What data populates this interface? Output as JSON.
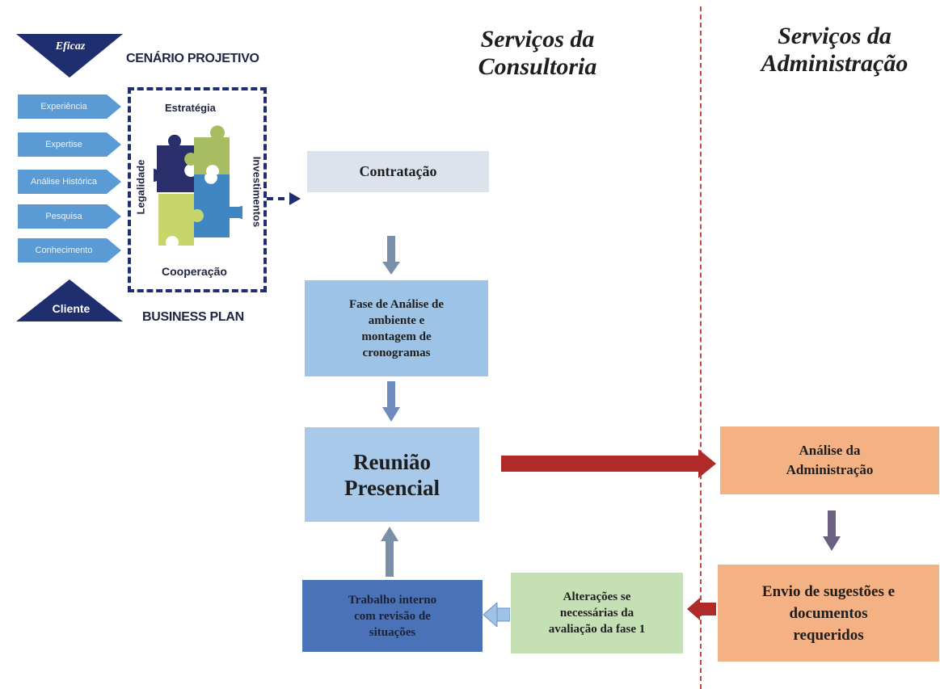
{
  "headings": {
    "consultoria": [
      "Serviços da",
      "Consultoria"
    ],
    "administracao": [
      "Serviços da",
      "Administração"
    ]
  },
  "logo": {
    "eficaz": "Eficaz",
    "cenario": "CENÁRIO PROJETIVO",
    "cliente": "Cliente",
    "business_plan": "BUSINESS PLAN",
    "items": [
      "Experiência",
      "Expertise",
      "Análise Histórica",
      "Pesquisa",
      "Conhecimento"
    ],
    "puzzle": {
      "top": "Estratégia",
      "bottom": "Cooperação",
      "left": "Legalidade",
      "right": "Investimentos"
    }
  },
  "boxes": {
    "contratacao": "Contratação",
    "fase_analise": [
      "Fase de Análise de",
      "ambiente e",
      "montagem de",
      "cronogramas"
    ],
    "reuniao": [
      "Reunião",
      "Presencial"
    ],
    "analise_adm": [
      "Análise da",
      "Administração"
    ],
    "envio": [
      "Envio de sugestões e",
      "documentos",
      "requeridos"
    ],
    "alteracoes": [
      "Alterações se",
      "necessárias da",
      "avaliação da fase 1"
    ],
    "trabalho": [
      "Trabalho interno",
      "com revisão de",
      "situações"
    ]
  },
  "colors": {
    "contratacao": "#dde3ec",
    "fase": "#9dc3e6",
    "reuniao": "#a9c9ea",
    "analise_adm": "#f4b183",
    "alteracoes": "#c5e0b4",
    "trabalho": "#4a72b8",
    "red_arrow": "#b02a2a",
    "grey_arrow": "#7b8fa8"
  }
}
